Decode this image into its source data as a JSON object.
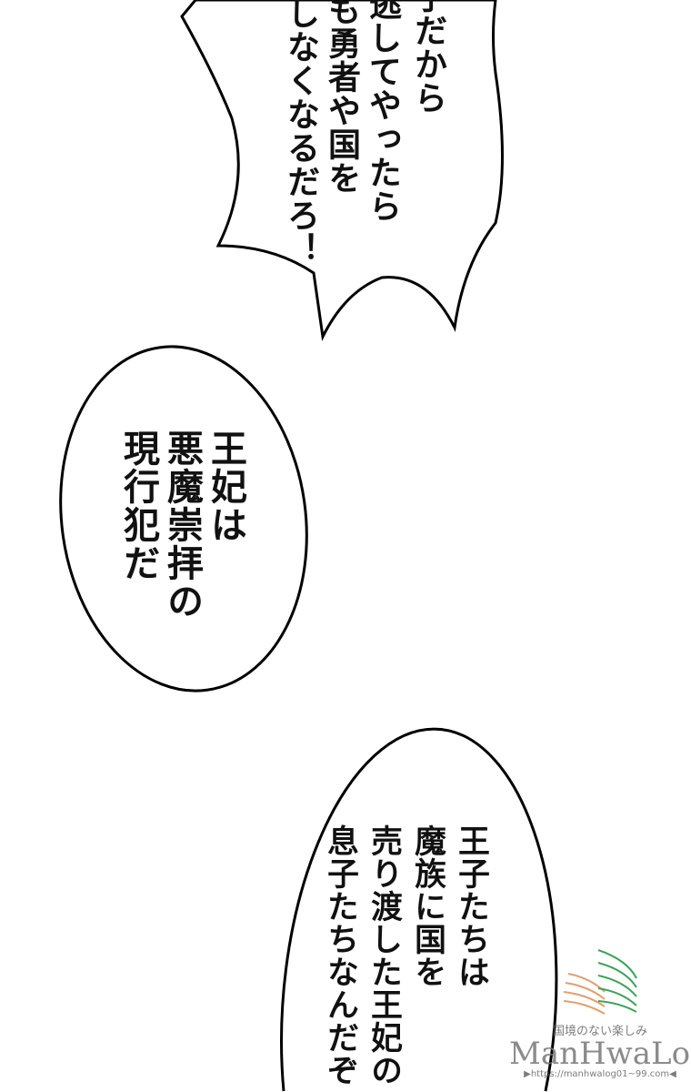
{
  "bubbles": {
    "top": {
      "lines": [
        "子だから",
        "逃してやったら",
        "も勇者や国を",
        "しなくなるだろ！"
      ]
    },
    "middle": {
      "lines": [
        "王妃は",
        "悪魔崇拝の",
        "現行犯だ"
      ]
    },
    "bottom": {
      "lines": [
        "王子たちは",
        "魔族に国を",
        "売り渡した王妃の",
        "息子たちなんだぞ"
      ]
    }
  },
  "watermark": {
    "tagline": "国境のない楽しみ",
    "name": "ManHwaLog",
    "url": "▶https://manhwalog01~99.com◀",
    "colors": {
      "green": "#3fa35a",
      "orange": "#e0a070"
    }
  }
}
